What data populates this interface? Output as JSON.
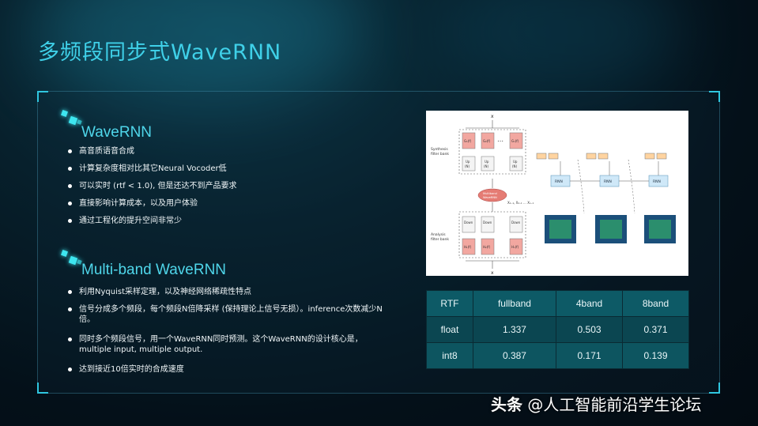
{
  "slide": {
    "title": "多频段同步式WaveRNN"
  },
  "section1": {
    "title": "WaveRNN",
    "bullets": [
      "高音质语音合成",
      "计算复杂度相对比其它Neural Vocoder低",
      "可以实时 (rtf < 1.0), 但是还达不到产品要求",
      "直接影响计算成本，以及用户体验",
      "通过工程化的提升空间非常少"
    ]
  },
  "section2": {
    "title": "Multi-band WaveRNN",
    "bullets": [
      "利用Nyquist采样定理，以及神经网络稀疏性特点",
      "信号分成多个频段，每个频段N倍降采样 (保持理论上信号无损）。inference次数减少N倍。",
      "同时多个频段信号，用一个WaveRNN同时预测。这个WaveRNN的设计核心是，multiple input, multiple output.",
      "达到接近10倍实时的合成速度"
    ]
  },
  "figure": {
    "labels": {
      "x_top": "x",
      "x_bottom": "x",
      "synthesis": "Synthesis",
      "synthesis2": "filter bank",
      "analysis": "Analysis",
      "analysis2": "filter bank",
      "center": "Multiband",
      "center2": "WaveRNN",
      "rnn": "RNN",
      "dots": "⋯",
      "up": "Up",
      "down": "Down",
      "g1": "G₁(f)",
      "g2": "G₂(f)",
      "gn": "Gₙ(f)",
      "h1": "H₁(f)",
      "h2": "H₂(f)",
      "hn": "Hₙ(f)",
      "n": "(N)",
      "inputs": "X₁₋₁, X₂₋₁ … Xₙ₋₁"
    }
  },
  "table": {
    "header": [
      "RTF",
      "fullband",
      "4band",
      "8band"
    ],
    "rows": [
      [
        "float",
        "1.337",
        "0.503",
        "0.371"
      ],
      [
        "int8",
        "0.387",
        "0.171",
        "0.139"
      ]
    ]
  },
  "watermark": {
    "brand": "头条",
    "account": "@人工智能前沿学生论坛"
  },
  "colors": {
    "accent": "#3fd0e8",
    "table_header": "#0d5a66",
    "background": "#041019"
  }
}
